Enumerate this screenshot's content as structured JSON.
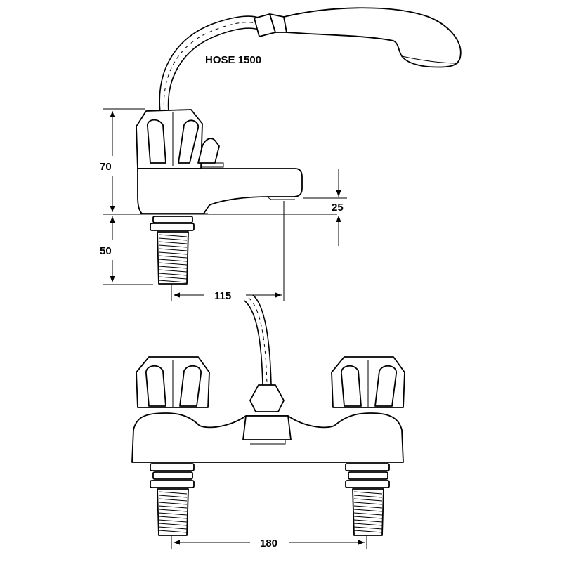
{
  "hose_label": "HOSE 1500",
  "dimensions": {
    "overall_height": "70",
    "thread_length": "50",
    "spout_height": "25",
    "spout_reach": "115",
    "tap_centres": "180"
  },
  "colors": {
    "line": "#000000",
    "background": "#ffffff"
  }
}
